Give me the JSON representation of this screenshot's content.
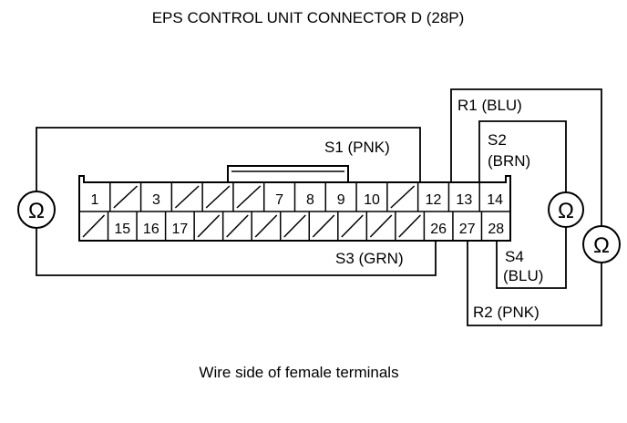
{
  "title": "EPS CONTROL UNIT CONNECTOR D (28P)",
  "caption": "Wire side of female terminals",
  "ohm_symbol": "Ω",
  "connector": {
    "top_row": [
      "1",
      "",
      "3",
      "",
      "",
      "",
      "7",
      "8",
      "9",
      "10",
      "",
      "12",
      "13",
      "14"
    ],
    "bottom_row": [
      "",
      "15",
      "16",
      "17",
      "",
      "",
      "",
      "",
      "",
      "",
      "",
      "",
      "26",
      "27",
      "28"
    ]
  },
  "wires": {
    "s1": "S1 (PNK)",
    "s2_line1": "S2",
    "s2_line2": "(BRN)",
    "s3": "S3 (GRN)",
    "s4_line1": "S4",
    "s4_line2": "(BLU)",
    "r1": "R1 (BLU)",
    "r2": "R2 (PNK)"
  }
}
